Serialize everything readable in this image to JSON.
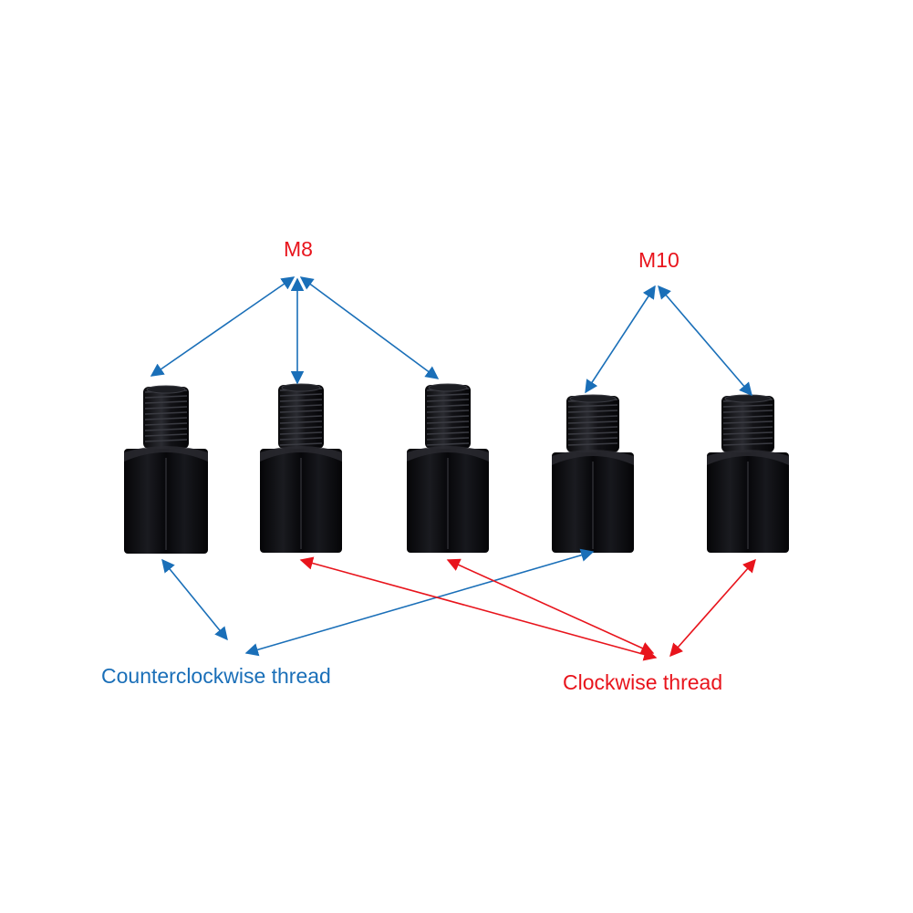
{
  "labels": {
    "m8": "M8",
    "m10": "M10",
    "counterclockwise": "Counterclockwise thread",
    "clockwise": "Clockwise thread"
  },
  "colors": {
    "background": "#ffffff",
    "size_label": "#e8141c",
    "counterclockwise": "#1a6fb8",
    "clockwise": "#e8141c",
    "adapter_body": "#0d0d0f"
  },
  "adapters": [
    {
      "size": "M8",
      "thread": "counterclockwise"
    },
    {
      "size": "M8",
      "thread": "clockwise"
    },
    {
      "size": "M8",
      "thread": "clockwise"
    },
    {
      "size": "M10",
      "thread": "counterclockwise"
    },
    {
      "size": "M10",
      "thread": "clockwise"
    }
  ]
}
